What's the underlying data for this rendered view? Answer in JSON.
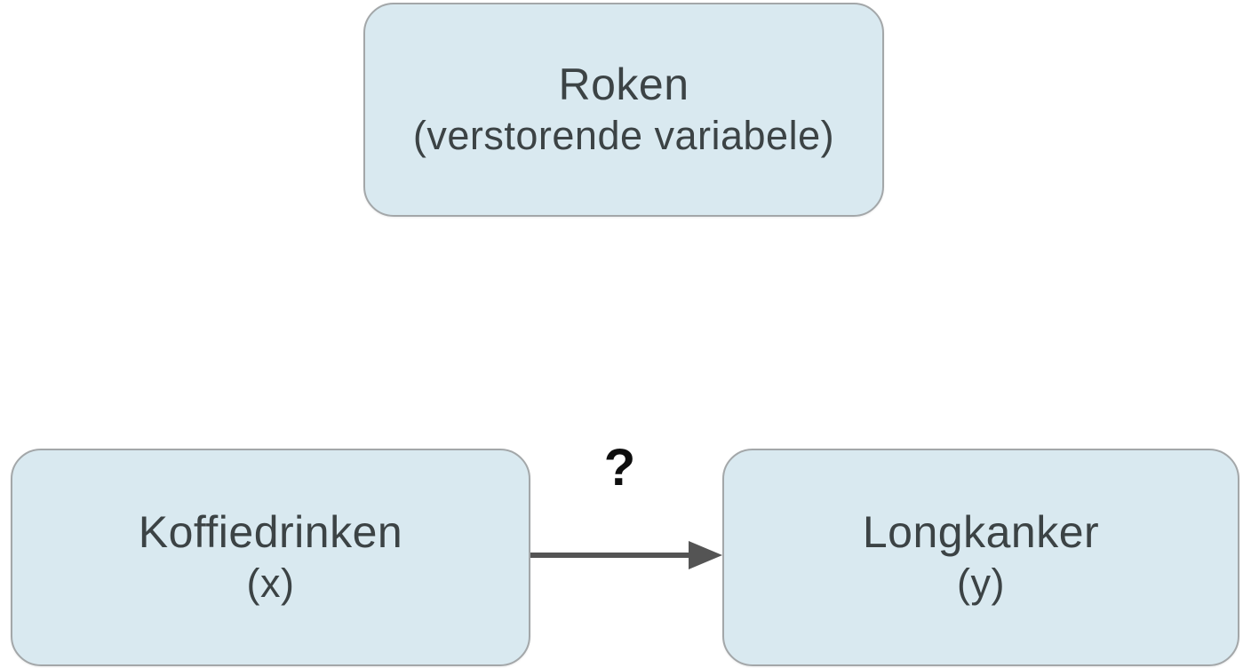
{
  "diagram": {
    "type": "confounding-variable-diagram",
    "language": "nl",
    "colors": {
      "background": "#ffffff",
      "box_fill": "#d9e9f0",
      "box_border": "#a3a7a9",
      "text": "#3c4345",
      "arrow": "#545454",
      "question": "#0e0e0e"
    },
    "nodes": {
      "confounder": {
        "title": "Roken",
        "subtitle": "(verstorende variabele)"
      },
      "exposure": {
        "title": "Koffiedrinken",
        "subtitle": "(x)"
      },
      "outcome": {
        "title": "Longkanker",
        "subtitle": "(y)"
      }
    },
    "edges": [
      {
        "from": "exposure",
        "to": "outcome",
        "label": "?",
        "style": "solid-arrow"
      }
    ]
  }
}
